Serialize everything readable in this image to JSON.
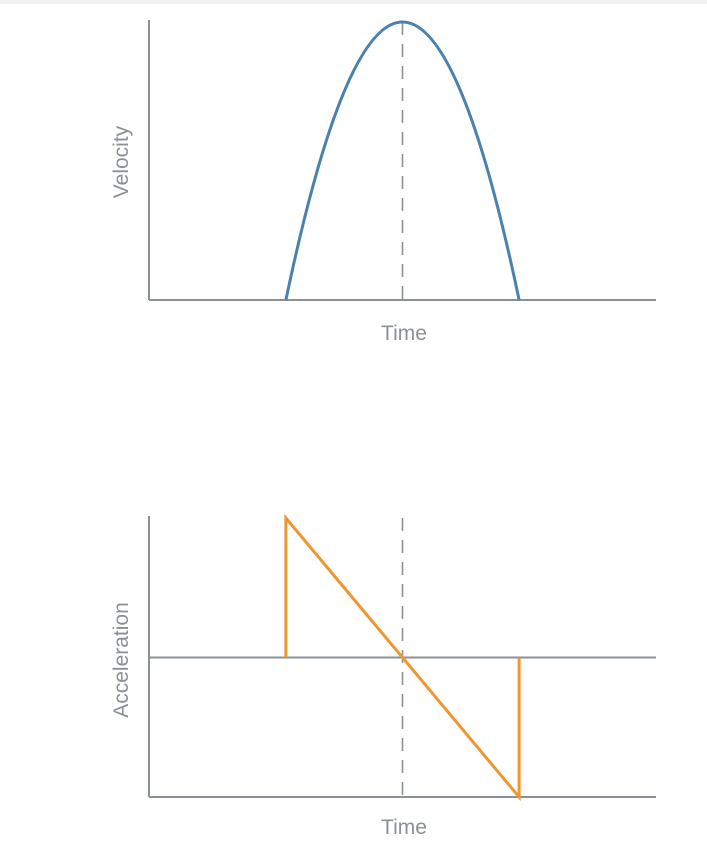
{
  "colors": {
    "axis": "#8a9096",
    "guide": "#8a9096",
    "velocity": "#4a82ad",
    "acceleration": "#f0962f"
  },
  "chart_data": [
    {
      "type": "line",
      "xlabel": "Time",
      "ylabel": "Velocity",
      "xlim": [
        0,
        1
      ],
      "ylim": [
        0,
        1
      ],
      "grid": false,
      "x_marker": 0.5,
      "series": [
        {
          "color": "#4a82ad",
          "x": [
            0,
            0.27,
            0.3,
            0.34,
            0.38,
            0.42,
            0.46,
            0.5,
            0.54,
            0.58,
            0.62,
            0.66,
            0.7,
            0.73,
            1.0
          ],
          "y": [
            0,
            0,
            0.236,
            0.486,
            0.694,
            0.861,
            0.965,
            1.0,
            0.965,
            0.861,
            0.694,
            0.486,
            0.236,
            0,
            0
          ]
        }
      ]
    },
    {
      "type": "line",
      "xlabel": "Time",
      "ylabel": "Acceleration",
      "xlim": [
        0,
        1
      ],
      "ylim": [
        -1,
        1
      ],
      "grid": false,
      "x_marker": 0.5,
      "zero_line": true,
      "series": [
        {
          "color": "#f0962f",
          "x": [
            0.27,
            0.27,
            0.73,
            0.73
          ],
          "y": [
            0,
            1,
            -1,
            0
          ]
        }
      ]
    }
  ]
}
